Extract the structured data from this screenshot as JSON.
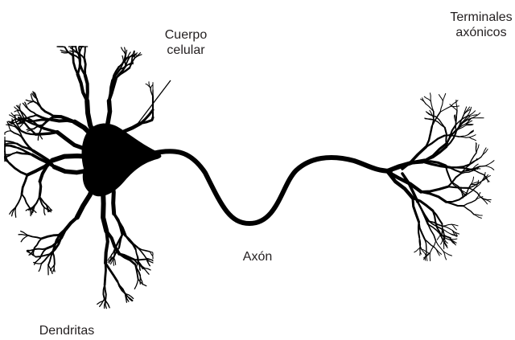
{
  "labels": {
    "cell_body": {
      "line1": "Cuerpo",
      "line2": "celular"
    },
    "axon_terminals": {
      "line1": "Terminales",
      "line2": "axónicos"
    },
    "axon": "Axón",
    "dendrites": "Dendritas"
  },
  "colors": {
    "ink": "#000000",
    "text": "#231f20",
    "background": "#ffffff"
  }
}
